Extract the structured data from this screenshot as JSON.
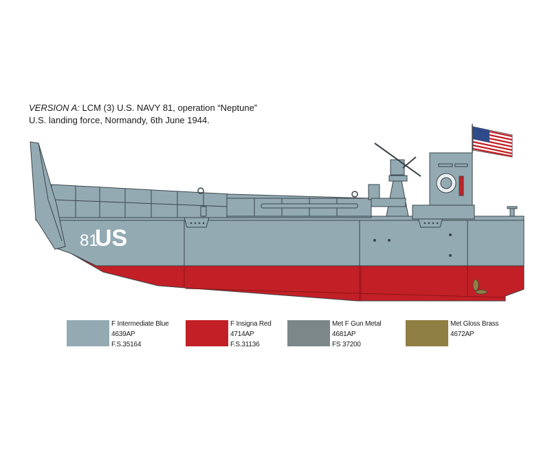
{
  "caption": {
    "version_prefix": "VERSION A:",
    "line1_rest": " LCM (3) U.S. NAVY 81, operation “Neptune”",
    "line2": "U.S. landing force, Normandy, 6th June 1944."
  },
  "hull_marking": {
    "number": "81",
    "letters": "US"
  },
  "colors": {
    "hull_gray": "#93aab3",
    "hull_red": "#c22026",
    "gunmetal": "#7c878a",
    "brass": "#8f7f42",
    "outline": "#3a4448"
  },
  "paints": [
    {
      "name": "F Intermediate Blue",
      "code": "4639AP",
      "fs": "F.S.35164",
      "hex": "#93aab3"
    },
    {
      "name": "F Insigna Red",
      "code": "4714AP",
      "fs": "F.S.31136",
      "hex": "#c22026"
    },
    {
      "name": "Met F Gun Metal",
      "code": "4681AP",
      "fs": "FS 37200",
      "hex": "#7c878a"
    },
    {
      "name": "Met Gloss Brass",
      "code": "4672AP",
      "fs": "",
      "hex": "#8f7f42"
    }
  ]
}
